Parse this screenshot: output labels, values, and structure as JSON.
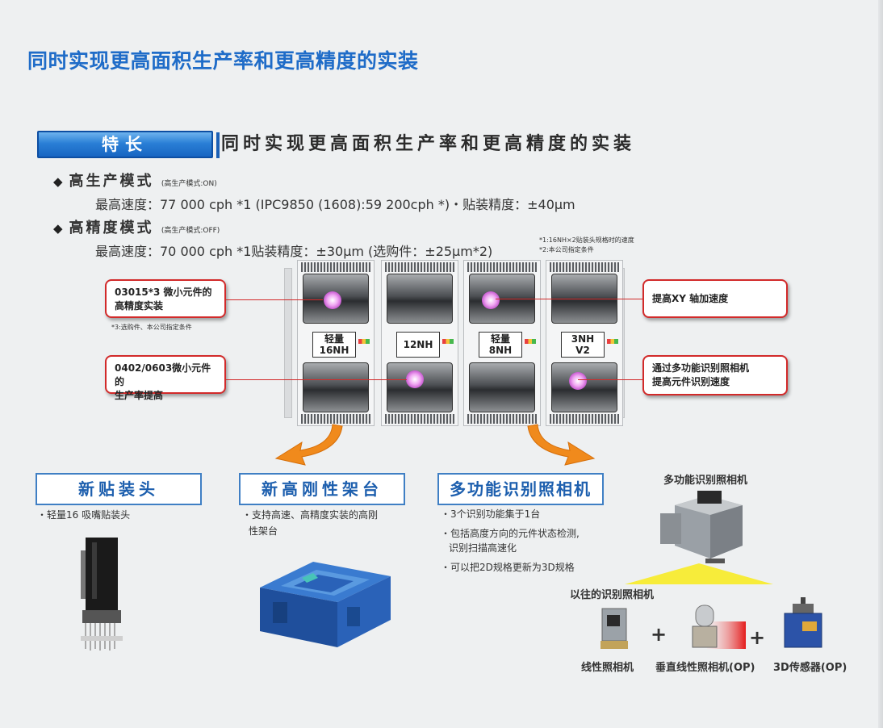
{
  "page_title": "同时实现更高面积生产率和更高精度的实装",
  "feature": {
    "tag": "特长",
    "heading": "同时实现更高面积生产率和更高精度的实装"
  },
  "spec_high_productivity": {
    "title": "高生产模式",
    "note": "(高生产模式:ON)",
    "line": "最高速度：77 000 cph *1 (IPC9850 (1608):59 200cph *)・贴装精度：±40μm"
  },
  "spec_high_precision": {
    "title": "高精度模式",
    "note": "(高生产模式:OFF)",
    "line": "最高速度：70 000 cph *1贴装精度：±30μm (选购件：±25μm*2)"
  },
  "footnotes": [
    "*1:16NH×2贴装头规格时的速度",
    "*2:本公司指定条件"
  ],
  "machine": {
    "heads": [
      {
        "line1": "轻量",
        "line2": "16NH"
      },
      {
        "line1": "12NH",
        "line2": ""
      },
      {
        "line1": "轻量",
        "line2": "8NH"
      },
      {
        "line1": "3NH",
        "line2": "V2"
      }
    ]
  },
  "callouts": {
    "left_top": {
      "line1": "03015*3 微小元件的",
      "line2": "高精度实装"
    },
    "left_top_note": "*3:选购件、本公司指定条件",
    "left_bottom": {
      "line1": "0402/0603微小元件的",
      "line2": "生产率提高"
    },
    "right_top": {
      "line1": "提高XY 轴加速度"
    },
    "right_bottom": {
      "line1": "通过多功能识别照相机",
      "line2": "提高元件识别速度"
    }
  },
  "sections": {
    "head": {
      "title": "新贴装头",
      "desc": "・轻量16 吸嘴贴装头"
    },
    "base": {
      "title": "新高刚性架台",
      "desc1": "・支持高速、高精度实装的高刚",
      "desc2": "性架台"
    },
    "camera": {
      "title": "多功能识别照相机",
      "desc1": "・3个识别功能集于1台",
      "desc2": "・包括高度方向的元件状态检测,",
      "desc3": "识别扫描高速化",
      "desc4": "・可以把2D规格更新为3D规格"
    }
  },
  "camera_figure": {
    "top_caption": "多功能识别照相机",
    "legacy_caption": "以往的识别照相机",
    "items": [
      "线性照相机",
      "垂直线性照相机(OP)",
      "3D传感器(OP)"
    ],
    "plus": "+"
  },
  "colors": {
    "title_blue": "#1f6cc8",
    "callout_red": "#d22a2a",
    "arrow_orange": "#f08a1c",
    "section_border": "#3f7fc4"
  }
}
